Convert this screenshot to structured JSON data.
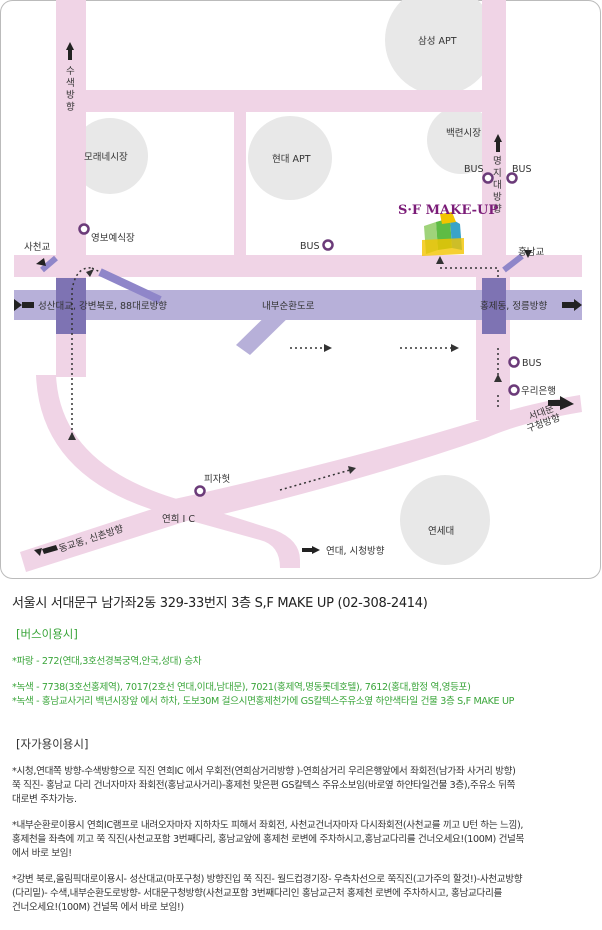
{
  "map": {
    "colors": {
      "road": "#f0d4e6",
      "ring": "#b7b0d9",
      "bridge": "#7e73b3",
      "building": "#e8e8e8",
      "pointer": "#8f86c9",
      "dot": "#6b3b79",
      "text": "#333333",
      "brand": "#7b1c78",
      "frame": "#bbbbbb"
    },
    "labels": {
      "samsung_apt": "삼성 APT",
      "suseak": [
        "수",
        "색",
        "방",
        "향"
      ],
      "myeongji": [
        "명",
        "지",
        "대",
        "방",
        "향"
      ],
      "moraenae": "모래네시장",
      "hyundai_apt": "현대 APT",
      "baekryeon": "백련시장",
      "brand": "S·F MAKE-UP",
      "yeongbo": "영보예식장",
      "sacheon_bridge": "사천교",
      "hongnam_bridge": "홍남교",
      "west_road": "성산대교, 강변북로, 88대로방향",
      "ring_road": "내부순환도로",
      "east_road": "홍제동, 정릉방향",
      "woori_bank": "우리은행",
      "seodaemun": [
        "서대문",
        "구청방향"
      ],
      "pizza": "피자헛",
      "yeonhui_ic": "연희 I C",
      "yonsei": "연세대",
      "gyodong": "동교동, 신촌방향",
      "yeonhui_sicheong": "연대, 시청방향",
      "bus": "BUS"
    }
  },
  "address": "서울시 서대문구 남가좌2동 329-33번지 3층 S,F MAKE UP  (02-308-2414)",
  "bus_section": {
    "title": "[버스이용시]",
    "lines": [
      "*파랑 - 272(연대,3호선경복궁역,안국,성대) 승차",
      "*녹색 - 7738(3호선홍제역), 7017(2호선 연대,이대,남대문), 7021(홍제역,명동롯데호텔), 7612(홍대,합정 역,영등포)",
      "*녹색 - 홍남교사거리 백년시장앞 에서 하차, 도보30M 걸으시면홍제천가에 GS칼텍스주유소옆 하얀색타일 건물 3층 S,F MAKE UP"
    ]
  },
  "car_section": {
    "title": "[자가용이용시]",
    "paragraphs": [
      [
        "*시청,연대쪽 방향-수색방향으로 직진 연희IC 에서 우회전(연희삼거리방향 )-연희삼거리 우리은행앞에서 좌회전(남가좌 사거리 방향)",
        " 쭉 직진- 홍남교 다리 건너자마자 좌회전(홍남교사거리)-홍제천 맞은편  GS칼텍스 주유소보임(바로옆 하얀타일건물 3층),주유소 뒤쪽",
        " 대로변 주차가능."
      ],
      [
        "*내부순환로이용시 연희IC램프로 내려오자마자 지하차도 피해서 좌회전, 사천교건너자마자 다시좌회전(사천교를 끼고 U턴 하는 느낌),",
        " 홍제천을 좌측에 끼고 쭉 직진(사천교포함 3번째다리, 홍남교앞에 홍제천 로변에 주차하시고,홍남교다리를 건너오세요!(100M) 건널목",
        " 에서 바로 보임!"
      ],
      [
        "*강변 북로,올림픽대로이용시- 성산대교(마포구청) 방향진입 쭉 직진- 월드컵경기장- 우측차선으로 쭉직진(고가주의 할것!)-사천교방향",
        " (다리밑)- 수색,내부순환도로방향- 서대문구청방향(사천교포함 3번째다리인 홍남교근처  홍제천 로변에 주차하시고, 홍남교다리를",
        " 건너오세요!(100M) 건널목 에서 바로 보임!)"
      ]
    ]
  }
}
